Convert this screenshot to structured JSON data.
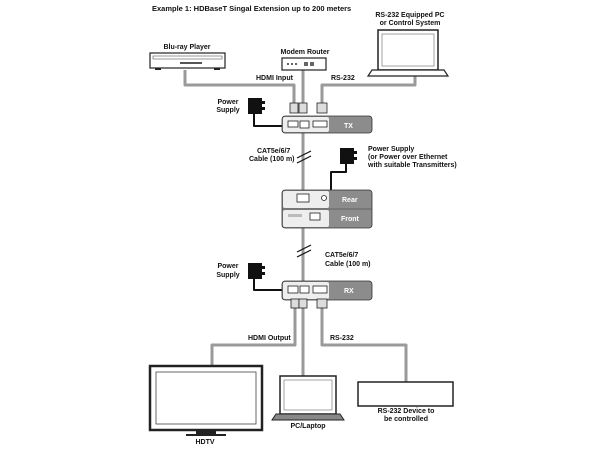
{
  "title": "Example 1: HDBaseT Singal Extension up to 200 meters",
  "devices": {
    "bluray": "Blu-ray Player",
    "router": "Modem Router",
    "pc_top": [
      "RS-232 Equipped PC",
      "or Control System"
    ],
    "hdtv": "HDTV",
    "laptop": "PC/Laptop",
    "rs232_device": [
      "RS-232 Device to",
      "be controlled"
    ]
  },
  "labels": {
    "hdmi_input": "HDMI Input",
    "rs232_top": "RS-232",
    "power_supply_top": [
      "Power",
      "Supply"
    ],
    "cat_top": [
      "CAT5e/6/7",
      "Cable (100 m)"
    ],
    "repeater_power": [
      "Power Supply",
      "(or Power over Ethernet",
      "with suitable Transmitters)"
    ],
    "cat_bottom": [
      "CAT5e/6/7",
      "Cable (100 m)"
    ],
    "power_supply_bottom": [
      "Power",
      "Supply"
    ],
    "hdmi_output": "HDMI Output",
    "rs232_bottom": "RS-232"
  },
  "units": {
    "tx": "TX",
    "rear": "Rear",
    "front": "Front",
    "rx": "RX"
  },
  "colors": {
    "unit_panel": "#8c8c8c",
    "unit_face": "#eeeeee",
    "cable": "#9a9a9a",
    "outline": "#333333"
  }
}
